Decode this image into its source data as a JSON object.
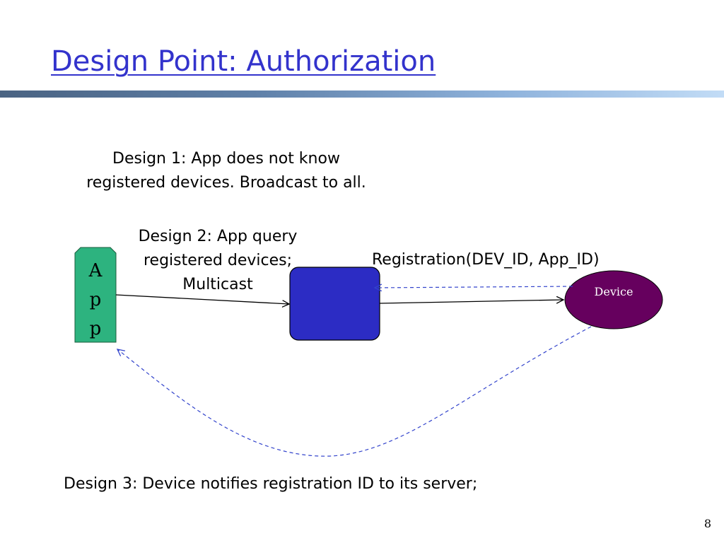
{
  "slide": {
    "title": "Design Point: Authorization",
    "page_number": "8"
  },
  "diagram": {
    "design1": {
      "line1": "Design 1: App does not know",
      "line2": "registered devices. Broadcast to all."
    },
    "design2": {
      "line1": "Design 2: App query",
      "line2": "registered devices;",
      "line3": "Multicast"
    },
    "registration_label": "Registration(DEV_ID, App_ID)",
    "design3": "Design 3: Device notifies registration ID to its server;",
    "app_node": {
      "letters": [
        "A",
        "p",
        "p"
      ],
      "color": "#2db37f"
    },
    "server_node": {
      "color": "#2c2cc4"
    },
    "device_node": {
      "label": "Device",
      "color": "#66005e"
    },
    "colors": {
      "title": "#3333cc",
      "dashed_arrow": "#3344cc"
    }
  }
}
